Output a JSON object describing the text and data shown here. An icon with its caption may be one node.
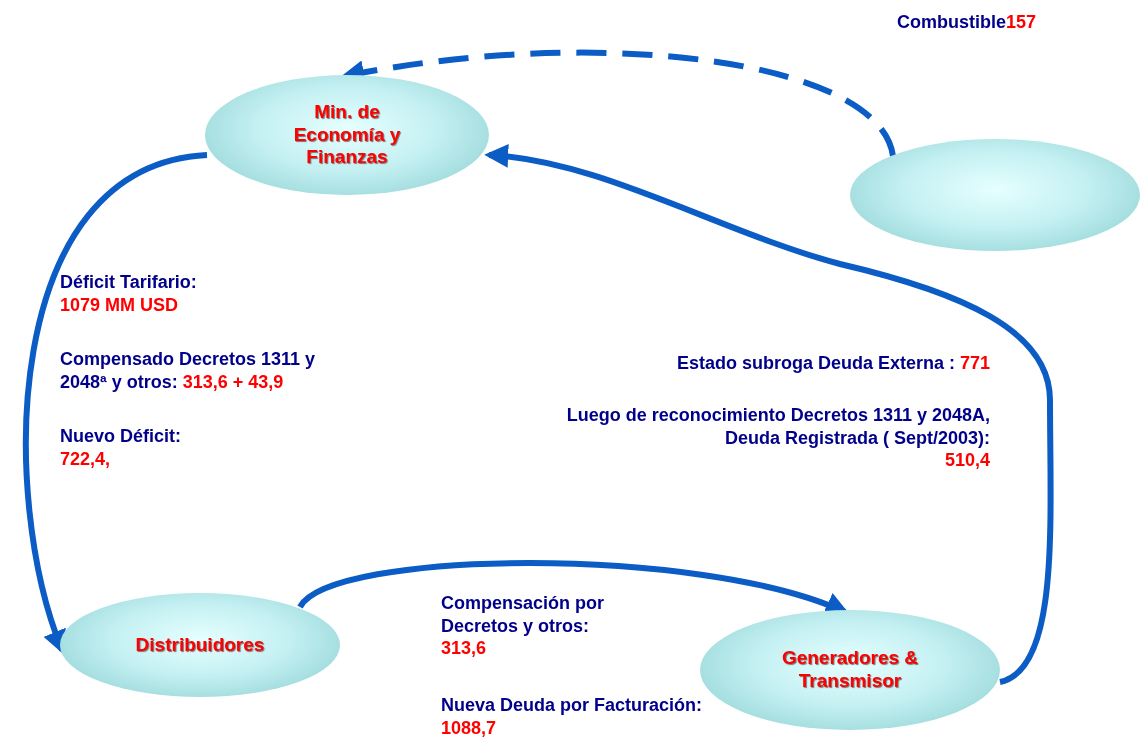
{
  "diagram": {
    "nodes": [
      {
        "text": [
          "Min. de Economía y Finanzas"
        ]
      },
      {
        "text": [],
        "shape": "ellipse"
      },
      {
        "text": [
          "Distribuidores"
        ]
      },
      {
        "text": [
          "Generadores & Transmisor"
        ]
      }
    ],
    "edges": [
      {
        "from": 1,
        "to": 0,
        "arrow": "to",
        "style": "dashed"
      },
      {
        "from": 0,
        "to": 2,
        "arrow": "to"
      },
      {
        "from": 2,
        "to": 3,
        "arrow": "to"
      },
      {
        "from": 3,
        "to": 0,
        "arrow": "to"
      }
    ],
    "labels": [
      "Combustible",
      "157",
      "Déficit Tarifario:",
      "1079 MM USD",
      "Compensado Decretos 1311 y 2048ª y otros:",
      "313,6 + 43,9",
      "Nuevo Déficit:",
      "722,4,",
      "Estado subroga Deuda Externa :",
      "771",
      "Luego de reconocimiento Decretos 1311 y 2048A,  Deuda Registrada ( Sept/2003):",
      "510,4",
      "Compensación por Decretos y otros:",
      "313,6",
      "Nueva Deuda por Facturación:",
      "1088,7"
    ]
  }
}
